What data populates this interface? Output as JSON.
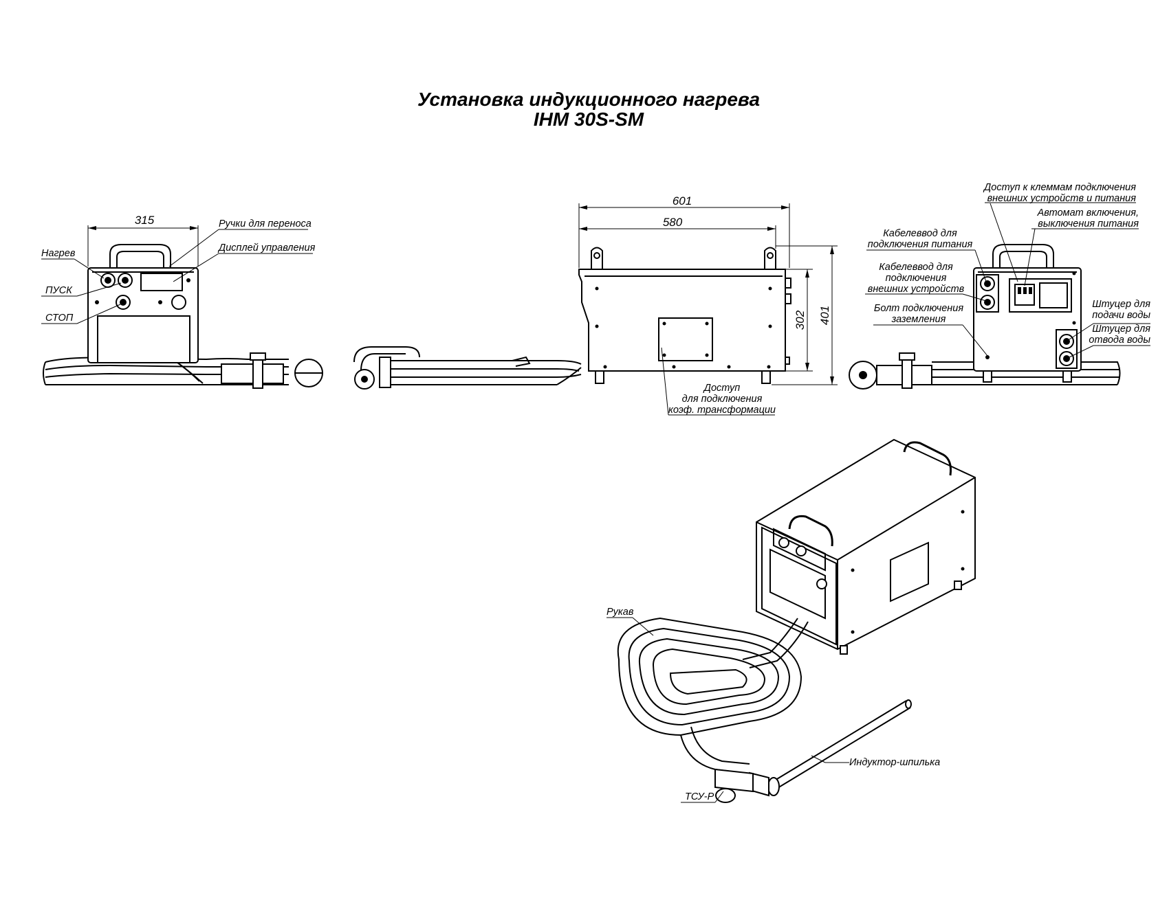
{
  "title": {
    "line1": "Установка индукционного нагрева",
    "line2": "IHM 30S-SM"
  },
  "dimensions": {
    "front_width": "315",
    "side_overall_length": "601",
    "side_body_length": "580",
    "side_body_height": "302",
    "side_overall_height": "401"
  },
  "labels": {
    "heating": "Нагрев",
    "start": "ПУСК",
    "stop": "СТОП",
    "handles": "Ручки для переноса",
    "display": "Дисплей управления",
    "access_line1": "Доступ",
    "access_line2": "для подключения",
    "access_line3": "коэф. трансформации",
    "terminals_line1": "Доступ к клеммам подключения",
    "terminals_line2": "внешних устройств и питания",
    "breaker_line1": "Автомат включения,",
    "breaker_line2": "выключения питания",
    "power_gland_line1": "Кабелеввод для",
    "power_gland_line2": "подключения питания",
    "ext_gland_line1": "Кабелеввод для",
    "ext_gland_line2": "подключения",
    "ext_gland_line3": "внешних устройств",
    "ground_line1": "Болт подключения",
    "ground_line2": "заземления",
    "water_in_line1": "Штуцер для",
    "water_in_line2": "подачи воды",
    "water_out_line1": "Штуцер для",
    "water_out_line2": "отвода воды",
    "sleeve": "Рукав",
    "inductor": "Индуктор-шпилька",
    "tsu": "ТСУ-Р"
  }
}
